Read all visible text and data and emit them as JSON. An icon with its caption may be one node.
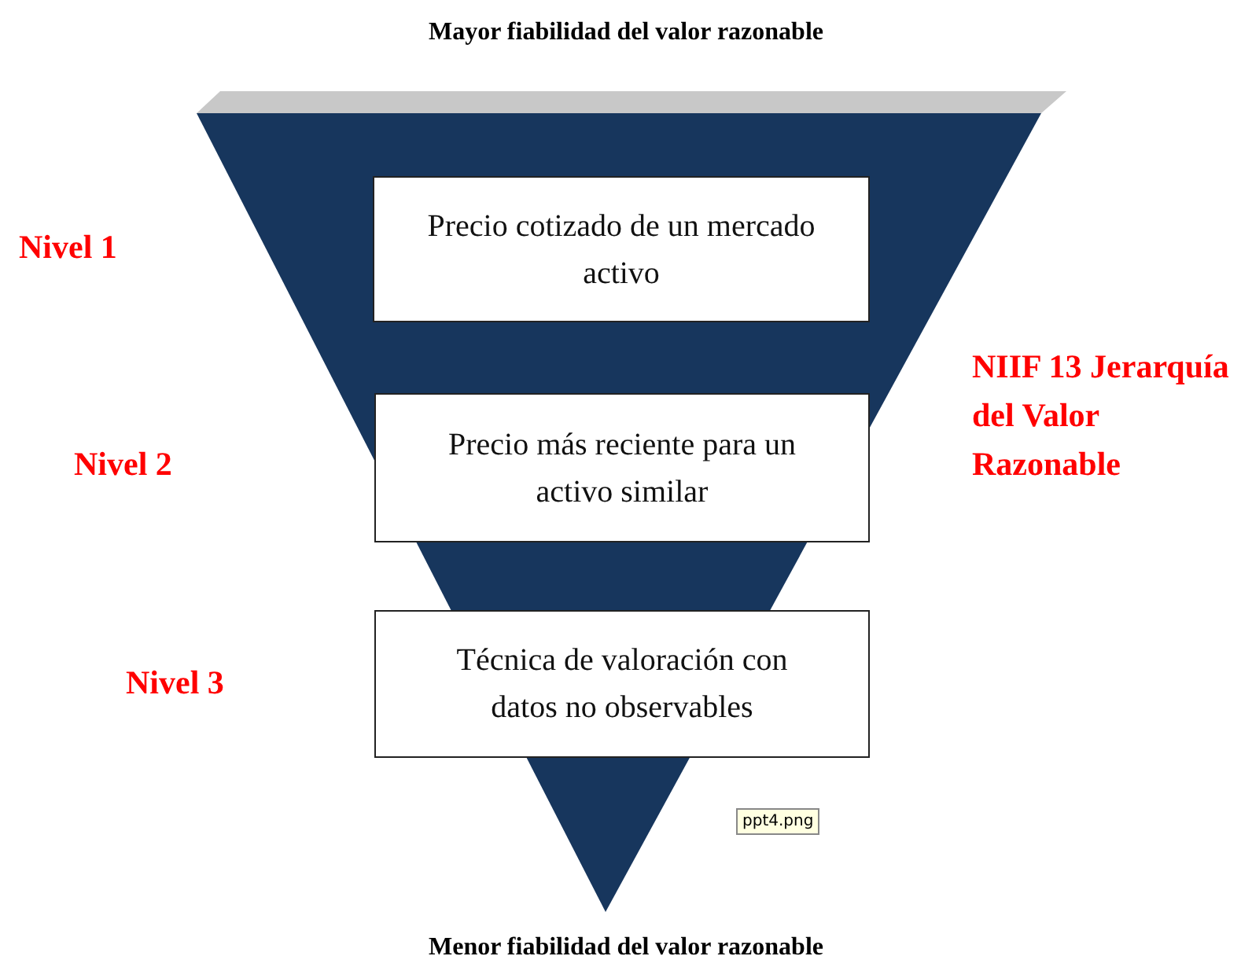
{
  "diagram": {
    "title": "Mayor fiabilidad del valor razonable",
    "caption": "Menor fiabilidad del valor razonable",
    "nodes": [
      {
        "text": [],
        "shape": "triangle"
      },
      {
        "text": [
          "Precio cotizado de un mercado activo"
        ],
        "in": 0
      },
      {
        "text": [
          "Precio más reciente para un activo similar"
        ],
        "in": 0
      },
      {
        "text": [
          "Técnica de valoración con datos no observables"
        ],
        "in": 0
      }
    ],
    "edges": [],
    "labels": [
      "Nivel 1",
      "NIIF 13 Jerarquía del Valor Razonable",
      "Nivel 2",
      "Nivel 3",
      "ppt4.png"
    ]
  }
}
